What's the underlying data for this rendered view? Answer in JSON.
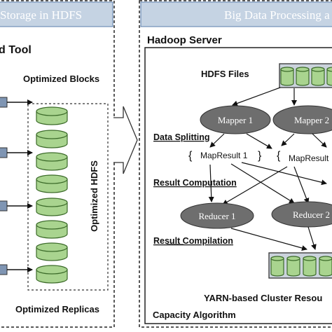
{
  "left_panel": {
    "header": "Storage in HDFS",
    "tool_title": "d Tool",
    "blocks_label": "Optimized Blocks",
    "hdfs_vertical_label": "Optimized HDFS",
    "replicas_label": "Optimized Replicas"
  },
  "right_panel": {
    "header": "Big Data Processing a",
    "server_title": "Hadoop Server",
    "hdfs_files_label": "HDFS Files",
    "mappers": [
      "Mapper 1",
      "Mapper 2"
    ],
    "data_splitting": "Data Splitting",
    "map_results": [
      "MapResult 1",
      "MapResult"
    ],
    "result_computation": "Result Computation",
    "reducers": [
      "Reducer 1",
      "Reducer 2"
    ],
    "result_compilation": "Result Compilation",
    "yarn_label": "YARN-based Cluster Resou",
    "capacity_label": "Capacity Algorithm"
  },
  "colors": {
    "header_fill": "#c5d3e3",
    "cylinder_fill": "#a9d48f",
    "cylinder_stroke": "#3c6b2a",
    "node_fill": "#6e6e6e",
    "arrow_box": "#7f95b3",
    "rack_fill": "#cbd3dc"
  }
}
